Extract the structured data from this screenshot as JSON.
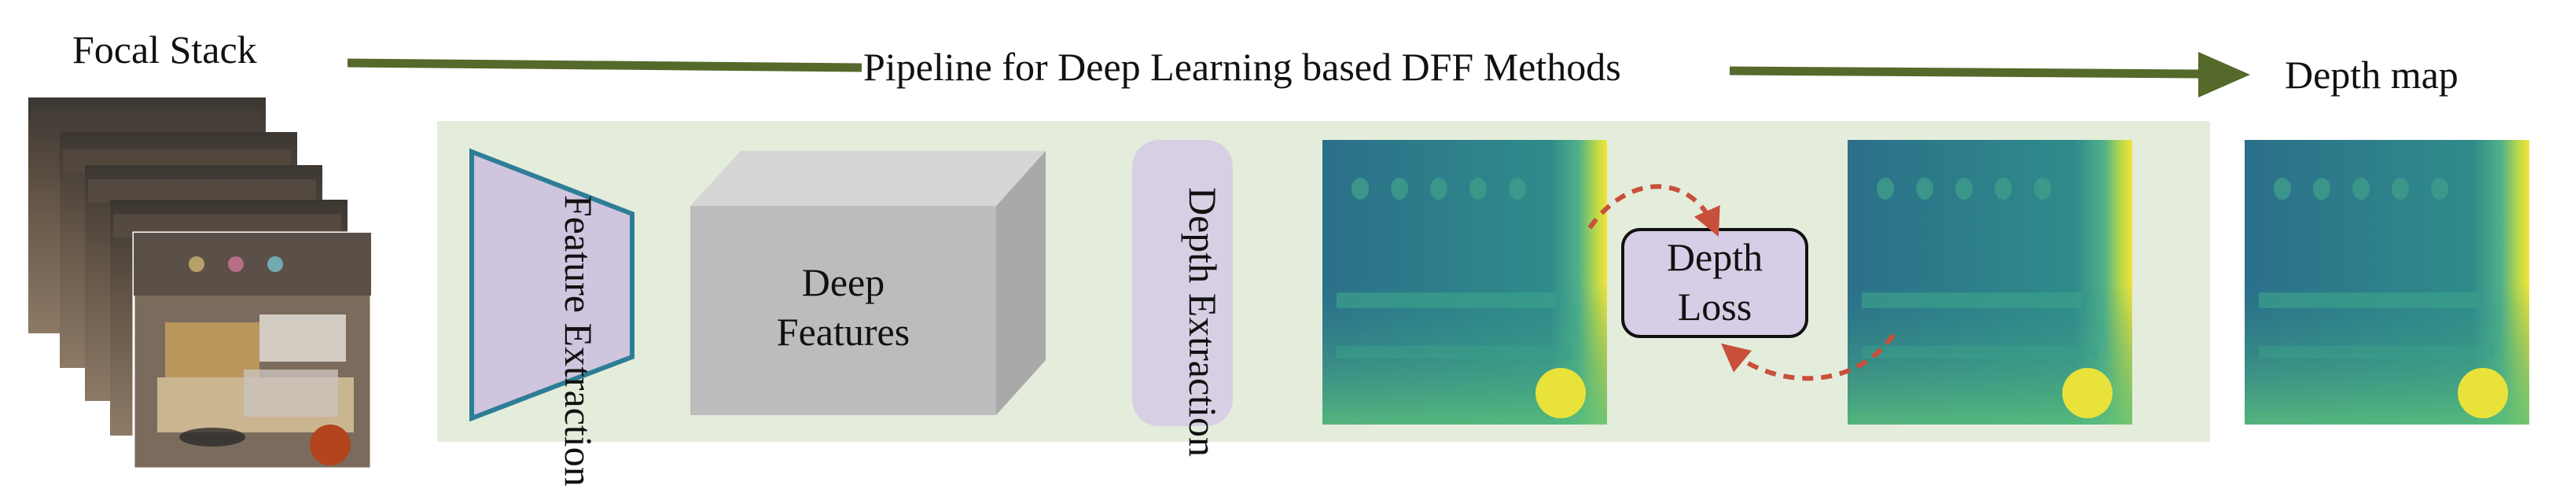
{
  "labels": {
    "focal_stack": "Focal Stack",
    "pipeline_title": "Pipeline for  Deep Learning based DFF Methods",
    "depth_map": "Depth map"
  },
  "pipeline": {
    "feature_extraction": [
      "Feature",
      "Extraction"
    ],
    "deep_features": [
      "Deep",
      "Features"
    ],
    "depth_extraction": [
      "Depth",
      "Extraction"
    ],
    "depth_loss": [
      "Depth",
      "Loss"
    ]
  },
  "colors": {
    "arrow": "#55692a",
    "panel": "#e4eddc",
    "trapezoid_fill": "#cfc5de",
    "trapezoid_stroke": "#2e7d96",
    "depth_extraction_fill": "#d7cfe4",
    "loss_fill": "#d8cde6",
    "loss_arrow": "#c8503a",
    "cube_front": "#bcbcbc",
    "cube_top": "#d6d6d6",
    "cube_side": "#a9a9a9"
  }
}
